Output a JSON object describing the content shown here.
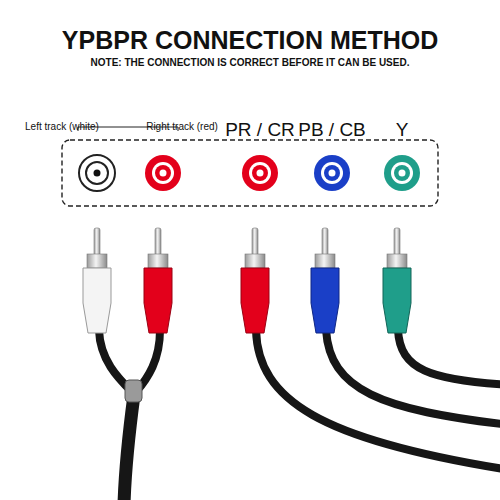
{
  "diagram": {
    "title": "YPBPR CONNECTION METHOD",
    "labels": [
      "NOTE: THE CONNECTION IS CORRECT BEFORE IT CAN BE USED.",
      "Left track (white)",
      "Right track (red)",
      "PR / CR",
      "PB / CB",
      "Y"
    ]
  }
}
